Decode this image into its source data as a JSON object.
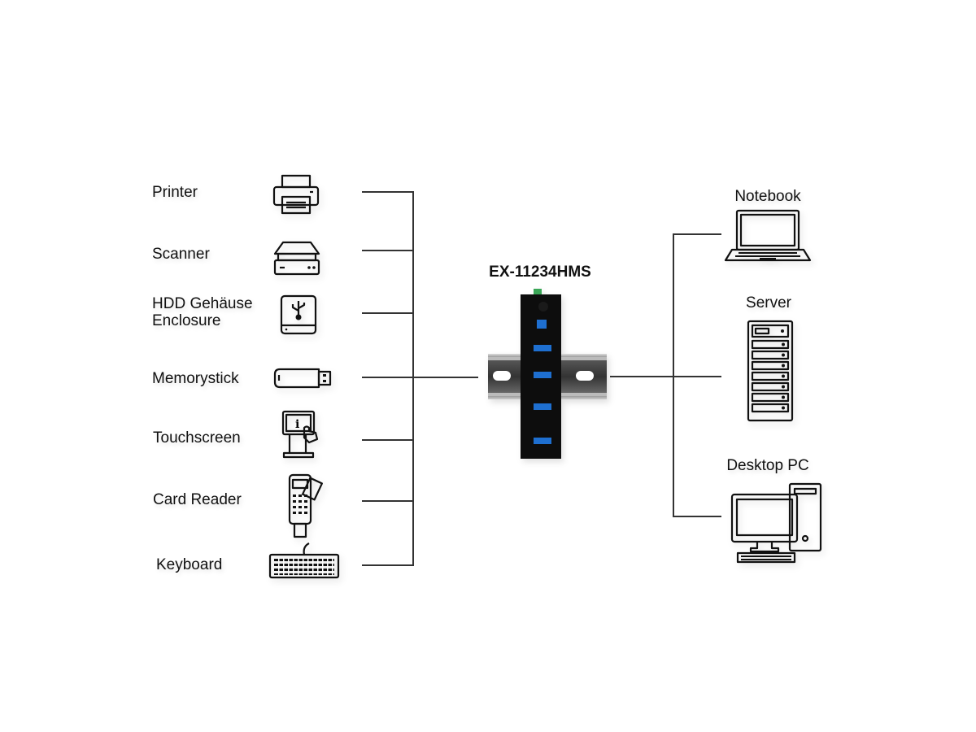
{
  "hub": {
    "model": "EX-11234HMS"
  },
  "peripherals": [
    {
      "label": "Printer",
      "icon": "printer-icon"
    },
    {
      "label": "Scanner",
      "icon": "scanner-icon"
    },
    {
      "label_line1": "HDD Gehäuse",
      "label_line2": "Enclosure",
      "icon": "usb-drive-icon"
    },
    {
      "label": "Memorystick",
      "icon": "usb-stick-icon"
    },
    {
      "label": "Touchscreen",
      "icon": "touchscreen-kiosk-icon"
    },
    {
      "label": "Card Reader",
      "icon": "card-reader-icon"
    },
    {
      "label": "Keyboard",
      "icon": "keyboard-icon"
    }
  ],
  "hosts": [
    {
      "label": "Notebook",
      "icon": "laptop-icon"
    },
    {
      "label": "Server",
      "icon": "server-icon"
    },
    {
      "label": "Desktop PC",
      "icon": "desktop-pc-icon"
    }
  ],
  "colors": {
    "line": "#333333",
    "port_blue": "#1e6fd0",
    "terminal_green": "#3aa657"
  }
}
